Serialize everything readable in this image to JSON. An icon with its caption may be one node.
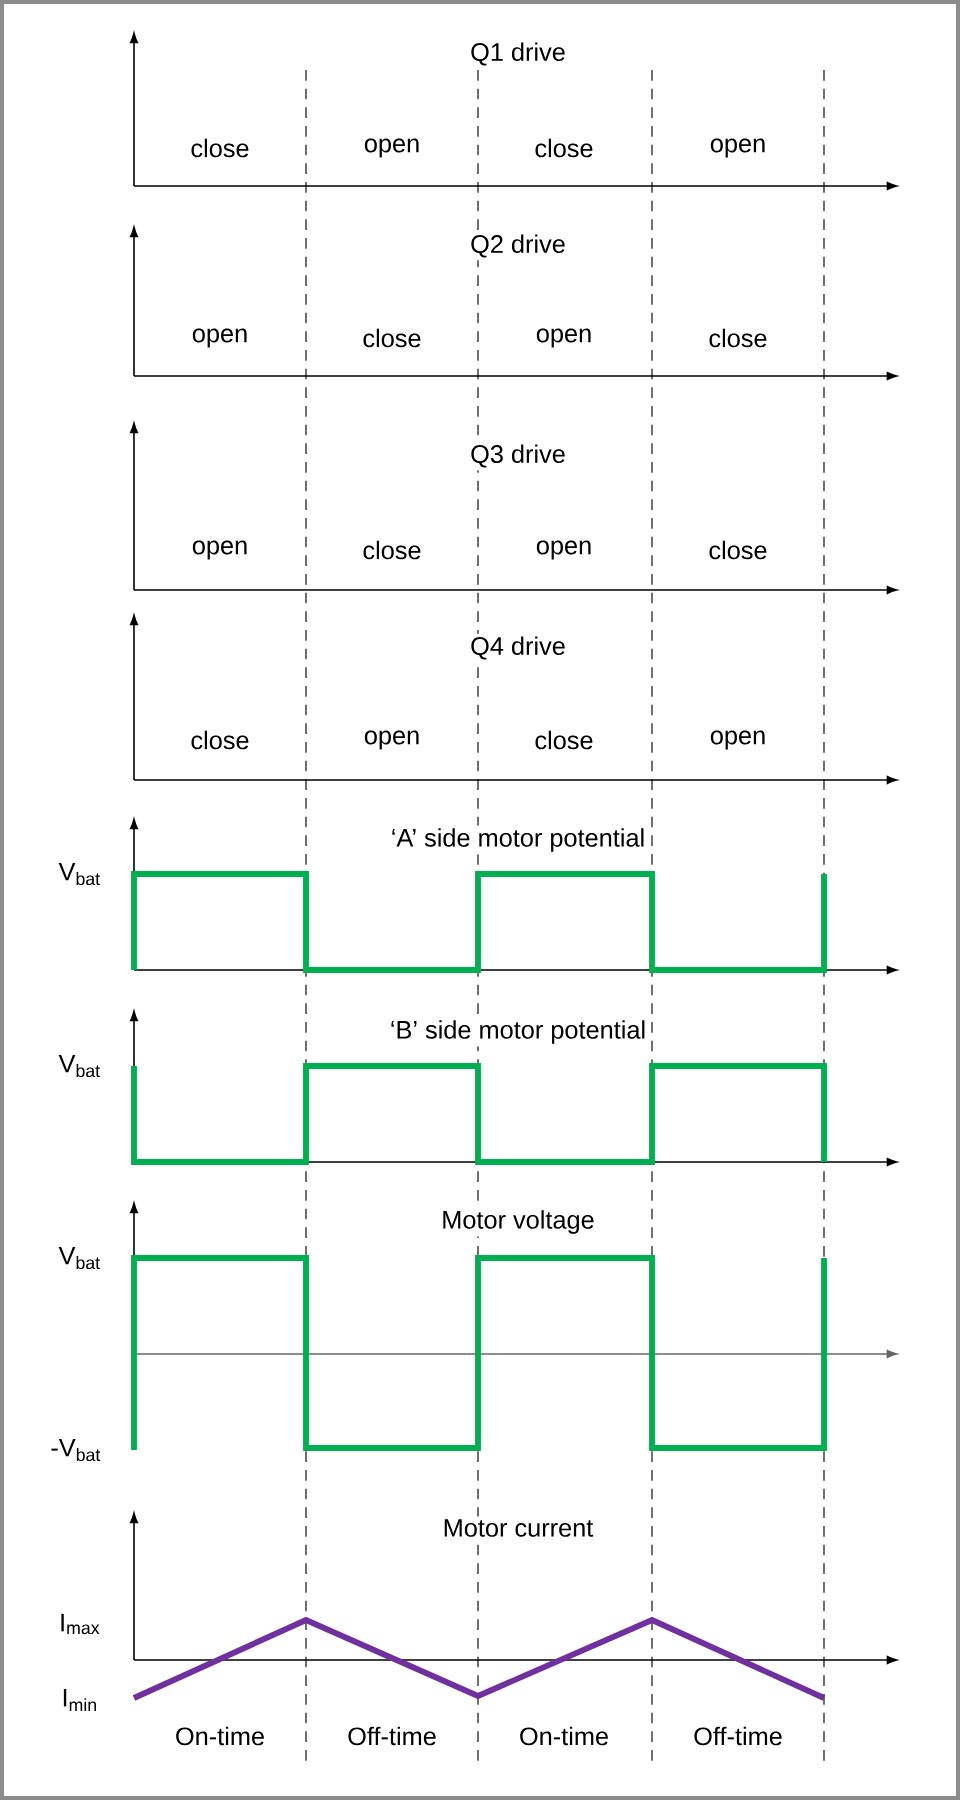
{
  "diagram": {
    "labels": [
      "Q1 drive",
      "close",
      "open",
      "close",
      "open",
      "Q2 drive",
      "open",
      "close",
      "open",
      "close",
      "Q3 drive",
      "open",
      "close",
      "open",
      "close",
      "Q4 drive",
      "close",
      "open",
      "close",
      "open",
      "‘A’ side motor potential",
      "V$_{bat}$",
      "‘B’ side motor potential",
      "V$_{bat}$",
      "Motor voltage",
      "V$_{bat}$",
      "-V$_{bat}$",
      "Motor current",
      "I$_{max}$",
      "I$_{min}$",
      "On-time",
      "Off-time",
      "On-time",
      "Off-time"
    ]
  }
}
